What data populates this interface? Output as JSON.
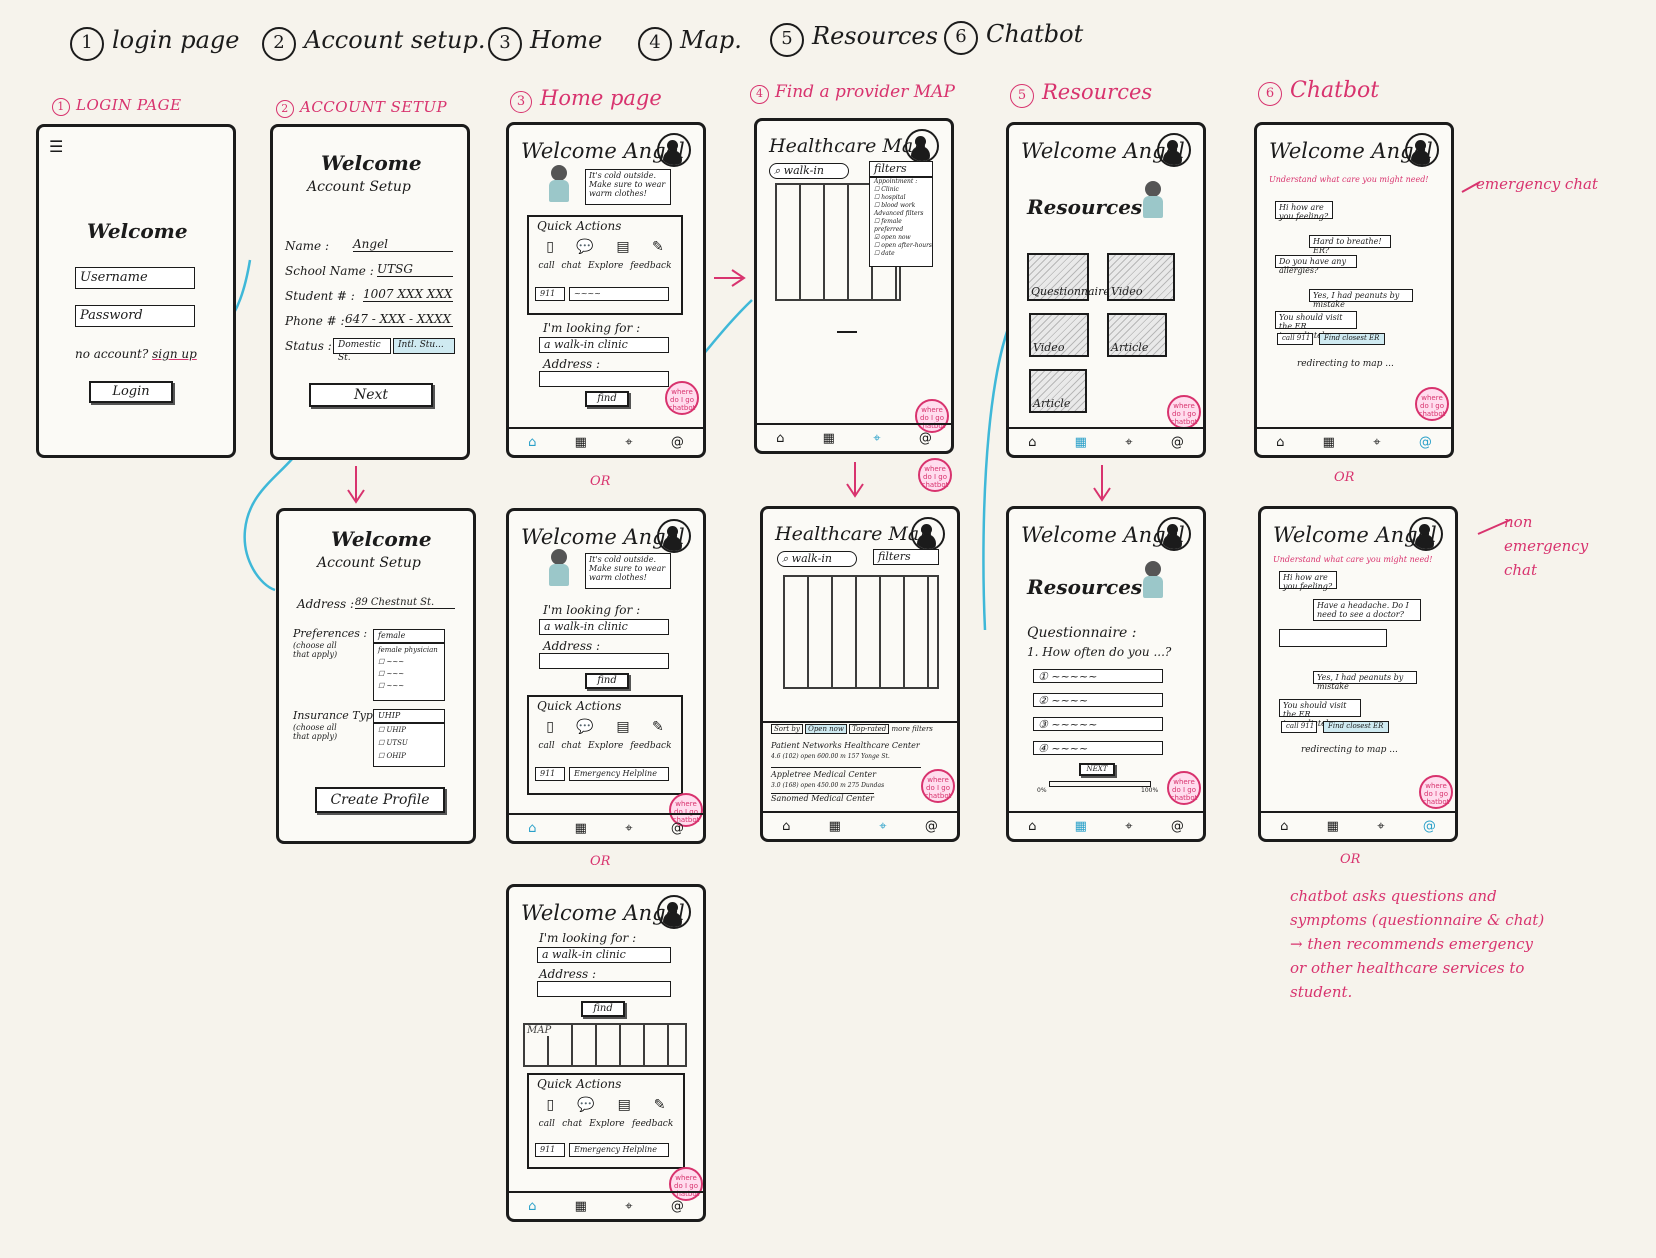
{
  "top_steps": [
    {
      "num": "1",
      "label": "login page"
    },
    {
      "num": "2",
      "label": "Account setup."
    },
    {
      "num": "3",
      "label": "Home"
    },
    {
      "num": "4",
      "label": "Map."
    },
    {
      "num": "5",
      "label": "Resources"
    },
    {
      "num": "6",
      "label": "Chatbot"
    }
  ],
  "section_labels": [
    {
      "num": "1",
      "label": "LOGIN PAGE"
    },
    {
      "num": "2",
      "label": "ACCOUNT SETUP"
    },
    {
      "num": "3",
      "label": "Home page"
    },
    {
      "num": "4",
      "label": "Find a provider MAP"
    },
    {
      "num": "5",
      "label": "Resources"
    },
    {
      "num": "6",
      "label": "Chatbot"
    }
  ],
  "login": {
    "title": "Welcome",
    "username": "Username",
    "password": "Password",
    "no_account": "no account?",
    "sign_up": "sign up",
    "login_btn": "Login"
  },
  "setup1": {
    "title": "Welcome",
    "subtitle": "Account Setup",
    "name_l": "Name :",
    "name_v": "Angel",
    "school_l": "School Name :",
    "school_v": "UTSG",
    "student_l": "Student # :",
    "student_v": "1007 XXX XXX",
    "phone_l": "Phone # :",
    "phone_v": "647 - XXX - XXXX",
    "status_l": "Status :",
    "status_a": "Domestic St.",
    "status_b": "Intl. Stu...",
    "next": "Next"
  },
  "setup2": {
    "title": "Welcome",
    "subtitle": "Account Setup",
    "address_l": "Address :",
    "address_v": "89 Chestnut St.",
    "pref_l": "Preferences :",
    "pref_note": "(choose all that apply)",
    "pref_sel": "female",
    "pref_1": "female physician",
    "insurance_l": "Insurance Type :",
    "ins_note": "(choose all that apply)",
    "ins_sel": "UHIP",
    "ins_1": "UHIP",
    "ins_2": "UTSU",
    "ins_3": "OHIP",
    "create": "Create Profile"
  },
  "home": {
    "welcome": "Welcome Angel",
    "bubble": "It's cold outside. Make sure to wear warm clothes!",
    "quick": "Quick Actions",
    "call": "call",
    "chat": "chat",
    "explore": "Explore",
    "feedback": "feedback",
    "n911": "911",
    "emergency": "Emergency Helpline",
    "looking": "I'm looking for :",
    "walkin": "a walk-in clinic",
    "address": "Address :",
    "find": "find",
    "map": "MAP",
    "badge": "where do I go chatbot"
  },
  "or": "OR",
  "map": {
    "title": "Healthcare Map",
    "search": "walk-in",
    "filters": "filters",
    "f_appt": "Appointment :",
    "f_clinic": "Clinic",
    "f_hospital": "hospital",
    "f_blood": "blood work",
    "f_adv": "Advanced filters",
    "f_female": "female preferred",
    "f_open": "open now",
    "f_after": "open after-hours",
    "f_date": "date",
    "sort": "Sort by",
    "open_now": "Open now",
    "top_rated": "Top-rated",
    "more": "more filters",
    "r1_name": "Patient Networks Healthcare Center",
    "r1_meta": "4.6 (102) open 600.00 m 157 Yonge St.",
    "r2_name": "Appletree Medical Center",
    "r2_meta": "3.0 (168) open 450.00 m 275 Dundas",
    "r3_name": "Sanomed Medical Center"
  },
  "resources": {
    "welcome": "Welcome Angel",
    "title": "Resources",
    "questionnaire": "Questionnaire",
    "video": "Video",
    "article": "Article",
    "q_title": "Questionnaire :",
    "q1": "1. How often do you ...?",
    "next": "NEXT",
    "p0": "0%",
    "p100": "100%"
  },
  "chat1": {
    "welcome": "Welcome Angel",
    "understand": "Understand what care you might need!",
    "m1": "Hi how are you feeling?",
    "m2": "Hard to breathe! ER?",
    "m3": "Do you have any allergies?",
    "m4": "Yes, I had peanuts by mistake",
    "m5": "You should visit the ER immediately.",
    "call": "call 911",
    "find_er": "Find closest ER",
    "redirect": "redirecting to map ..."
  },
  "chat2": {
    "welcome": "Welcome Angel",
    "understand": "Understand what care you might need!",
    "m1": "Hi how are you feeling?",
    "m2": "Have a headache. Do I need to see a doctor?",
    "m4": "Yes, I had peanuts by mistake",
    "m5": "You should visit the ER immediately.",
    "call": "call 911",
    "find_er": "Find closest ER",
    "redirect": "redirecting to map ..."
  },
  "notes": {
    "emergency": "emergency chat",
    "non_emergency": "non emergency chat",
    "or_label": "OR",
    "final": "chatbot asks questions and symptoms (questionnaire & chat) → then recommends emergency or other healthcare services to student."
  },
  "colors": {
    "accent_pink": "#d8336e",
    "arrow_blue": "#3fb8d8",
    "ink": "#1b1b1b",
    "paper": "#f6f3ec"
  }
}
